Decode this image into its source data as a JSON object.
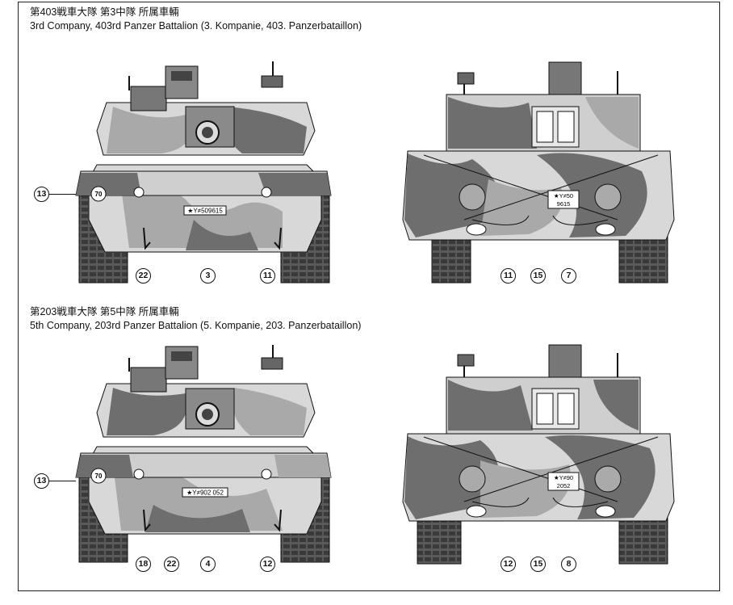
{
  "sections": [
    {
      "title_jp": "第403戦車大隊 第3中隊 所属車輛",
      "title_en": "3rd Company, 403rd Panzer Battalion (3. Kompanie, 403. Panzerbataillon)",
      "front": {
        "turret_number": "70",
        "plate": "★Y≠509615",
        "callouts": [
          "13",
          "22",
          "3",
          "11"
        ]
      },
      "rear": {
        "plate_line1": "★Y≠50",
        "plate_line2": "9615",
        "callouts": [
          "11",
          "15",
          "7"
        ]
      }
    },
    {
      "title_jp": "第203戦車大隊 第5中隊 所属車輛",
      "title_en": "5th Company, 203rd Panzer Battalion (5. Kompanie, 203. Panzerbataillon)",
      "front": {
        "turret_number": "70",
        "plate": "★Y≠902 052",
        "callouts": [
          "13",
          "18",
          "22",
          "4",
          "12"
        ]
      },
      "rear": {
        "plate_line1": "★Y≠90",
        "plate_line2": "2052",
        "callouts": [
          "12",
          "15",
          "8"
        ]
      }
    }
  ],
  "colors": {
    "camo_light": "#d8d8d8",
    "camo_mid": "#a9a9a9",
    "camo_dark": "#6e6e6e",
    "line": "#1a1a1a"
  }
}
